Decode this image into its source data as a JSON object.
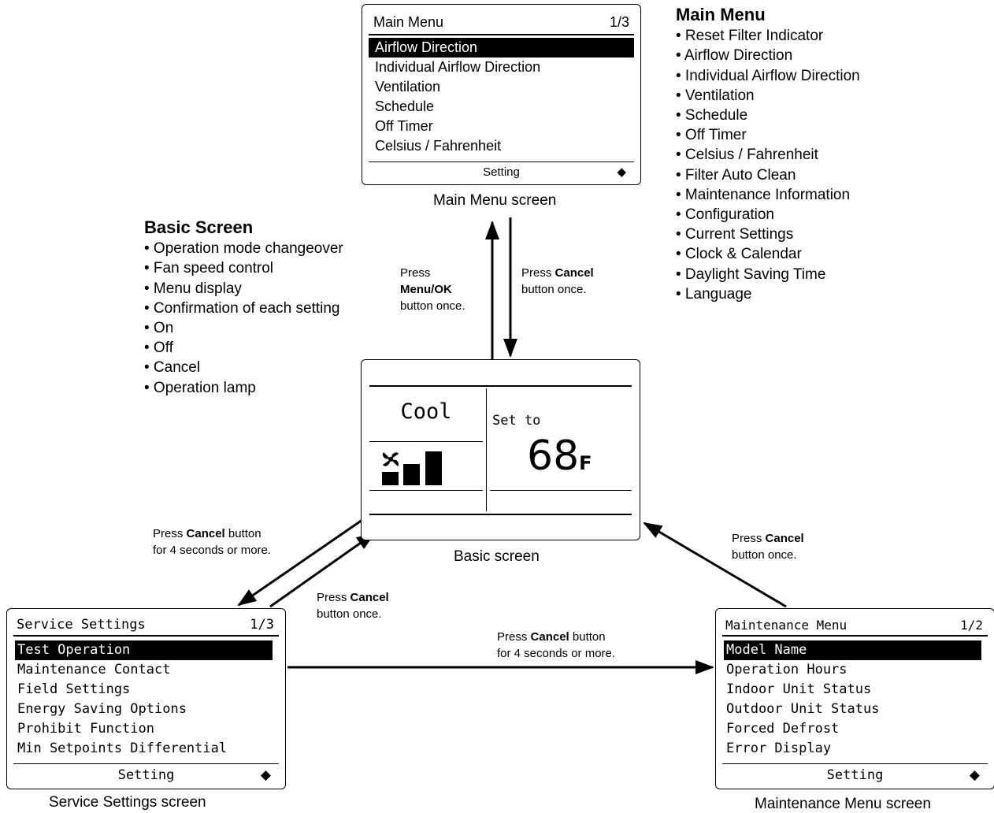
{
  "main_menu_screen": {
    "title": "Main Menu",
    "page": "1/3",
    "items": [
      "Airflow Direction",
      "Individual Airflow Direction",
      "Ventilation",
      "Schedule",
      "Off Timer",
      "Celsius / Fahrenheit"
    ],
    "footer": "Setting",
    "updown": "◆",
    "caption": "Main Menu screen"
  },
  "main_menu_list": {
    "title": "Main Menu",
    "items": [
      "• Reset Filter Indicator",
      "• Airflow Direction",
      "• Individual Airflow Direction",
      "• Ventilation",
      "• Schedule",
      "• Off Timer",
      "• Celsius / Fahrenheit",
      "• Filter Auto Clean",
      "• Maintenance Information",
      "• Configuration",
      "• Current Settings",
      "• Clock & Calendar",
      "• Daylight Saving Time",
      "• Language"
    ]
  },
  "basic_list": {
    "title": "Basic Screen",
    "items": [
      "• Operation mode changeover",
      "• Fan speed control",
      "• Menu display",
      "• Confirmation of each setting",
      "• On",
      "• Off",
      "• Cancel",
      "• Operation lamp"
    ]
  },
  "basic_screen": {
    "mode": "Cool",
    "set_to": "Set to",
    "temp": "68",
    "unit": "F",
    "caption": "Basic screen"
  },
  "service_screen": {
    "title": "Service Settings",
    "page": "1/3",
    "items": [
      "Test Operation",
      "Maintenance Contact",
      "Field Settings",
      "Energy Saving Options",
      "Prohibit Function",
      "Min Setpoints Differential"
    ],
    "footer": "Setting",
    "updown": "◆",
    "caption_bold": "Service Settings",
    "caption_rest": " screen"
  },
  "maintenance_screen": {
    "title": "Maintenance Menu",
    "page": "1/2",
    "items": [
      "Model Name",
      "Operation Hours",
      "Indoor Unit Status",
      "Outdoor Unit Status",
      "Forced Defrost",
      "Error Display"
    ],
    "footer": "Setting",
    "updown": "◆",
    "caption": "Maintenance Menu screen"
  },
  "notes": {
    "to_main_line1": "Press",
    "to_main_bold": "Menu/OK",
    "to_main_line3": "button once.",
    "from_main_pre": "Press ",
    "from_main_bold": "Cancel",
    "from_main_line2": "button once.",
    "to_service_pre": "Press ",
    "to_service_bold": "Cancel",
    "to_service_post": " button",
    "to_service_line2": "for 4 seconds or more.",
    "from_service_pre": "Press ",
    "from_service_bold": "Cancel",
    "from_service_line2": "button once.",
    "from_maint_pre": "Press ",
    "from_maint_bold": "Cancel",
    "from_maint_line2": "button once.",
    "service_to_maint_pre": "Press ",
    "service_to_maint_bold": "Cancel",
    "service_to_maint_post": " button",
    "service_to_maint_line2": "for 4 seconds or more."
  }
}
